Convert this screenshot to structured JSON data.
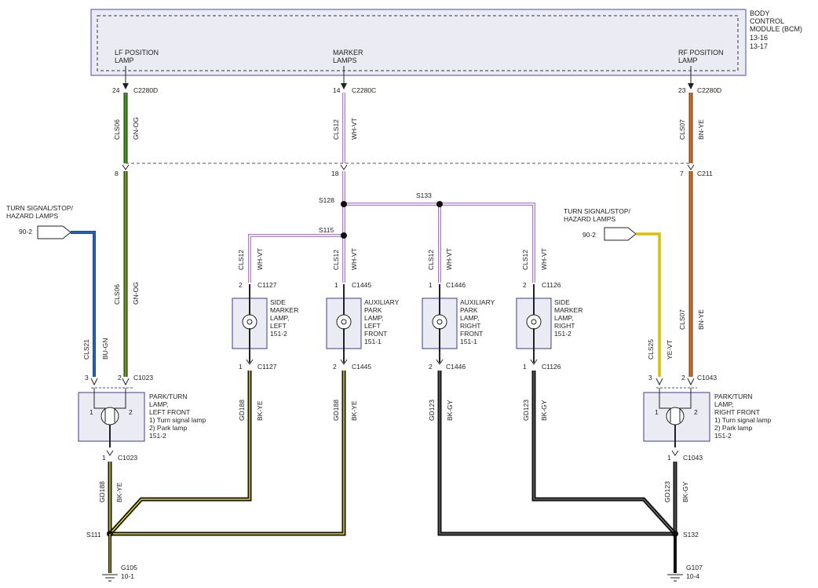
{
  "bcm": {
    "lines": [
      "BODY",
      "CONTROL",
      "MODULE (BCM)",
      "13-16",
      "13-17"
    ],
    "outputs": {
      "lf": [
        "LF POSITION",
        "LAMP"
      ],
      "marker": [
        "MARKER",
        "LAMPS"
      ],
      "rf": [
        "RF POSITION",
        "LAMP"
      ]
    }
  },
  "pins": {
    "lf_bcm": "24",
    "lf_bcm_conn": "C2280D",
    "mk_bcm": "14",
    "mk_bcm_conn": "C2280C",
    "rf_bcm": "23",
    "rf_bcm_conn": "C2280D",
    "c211_left": "8",
    "c211_mid": "18",
    "c211_right": "7",
    "c211": "C211"
  },
  "wires": {
    "lf_circuit": "CLS06",
    "lf_color": "GN-OG",
    "mk_circuit": "CLS12",
    "mk_color": "WH-VT",
    "rf_circuit": "CLS07",
    "rf_color": "BN-YE",
    "lt_turn_circuit": "CLS21",
    "lt_turn_color": "BU-GN",
    "rt_turn_circuit": "CLS25",
    "rt_turn_color": "YE-VT",
    "gnd_a": "GD188",
    "gnd_a_color": "BK-YE",
    "gnd_b": "GD123",
    "gnd_b_color": "BK-GY"
  },
  "splices": {
    "s128": "S128",
    "s133": "S133",
    "s115": "S115",
    "s111": "S111",
    "s132": "S132"
  },
  "turn_left": {
    "label": [
      "TURN SIGNAL/STOP/",
      "HAZARD LAMPS"
    ],
    "ref": "90-2"
  },
  "turn_right": {
    "label": [
      "TURN SIGNAL/STOP/",
      "HAZARD LAMPS"
    ],
    "ref": "90-2"
  },
  "lamps": {
    "side_left": {
      "top_pin": "2",
      "top_conn": "C1127",
      "bot_pin": "1",
      "bot_conn": "C1127",
      "text": [
        "SIDE",
        "MARKER",
        "LAMP,",
        "LEFT",
        "151-2"
      ]
    },
    "aux_left": {
      "top_pin": "1",
      "top_conn": "C1445",
      "bot_pin": "2",
      "bot_conn": "C1445",
      "text": [
        "AUXILIARY",
        "PARK",
        "LAMP,",
        "LEFT",
        "FRONT",
        "151-1"
      ]
    },
    "aux_right": {
      "top_pin": "1",
      "top_conn": "C1446",
      "bot_pin": "2",
      "bot_conn": "C1446",
      "text": [
        "AUXILIARY",
        "PARK",
        "LAMP,",
        "RIGHT",
        "FRONT",
        "151-1"
      ]
    },
    "side_right": {
      "top_pin": "2",
      "top_conn": "C1126",
      "bot_pin": "1",
      "bot_conn": "C1126",
      "text": [
        "SIDE",
        "MARKER",
        "LAMP,",
        "RIGHT",
        "151-2"
      ]
    }
  },
  "park_left": {
    "conn": "C1023",
    "pin_turn": "3",
    "pin_park": "2",
    "pin_gnd": "1",
    "text": [
      "PARK/TURN",
      "LAMP,",
      "LEFT FRONT",
      "1) Turn signal lamp",
      "2) Park lamp",
      "151-2"
    ],
    "inner": [
      "1",
      "2"
    ]
  },
  "park_right": {
    "conn": "C1043",
    "pin_turn": "3",
    "pin_park": "2",
    "pin_gnd": "1",
    "text": [
      "PARK/TURN",
      "LAMP,",
      "RIGHT FRONT",
      "1) Turn signal lamp",
      "2) Park lamp",
      "151-2"
    ],
    "inner": [
      "1",
      "2"
    ]
  },
  "grounds": {
    "left": {
      "name": "G105",
      "ref": "10-1"
    },
    "right": {
      "name": "G107",
      "ref": "10-4"
    }
  },
  "colors": {
    "green": "#3a9a1a",
    "orange": "#d98a2b",
    "violet": "#b07ccc",
    "white": "#ffffff",
    "brown": "#8b4513",
    "yellow": "#e8d800",
    "blue": "#1a3fd0",
    "black": "#111111",
    "box_border": "#3a3aa0",
    "box_fill": "#e9eaf1"
  }
}
